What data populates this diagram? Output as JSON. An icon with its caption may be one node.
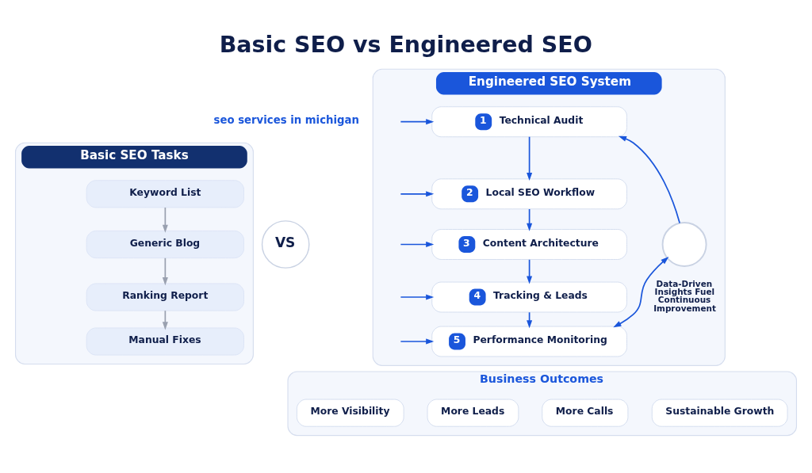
{
  "diagram": {
    "title": "Basic SEO vs Engineered SEO",
    "nodes": [
      {
        "text": [
          "Basic SEO Tasks"
        ]
      },
      {
        "text": [
          "Keyword List"
        ],
        "in": 0
      },
      {
        "text": [
          "Generic Blog"
        ],
        "in": 0
      },
      {
        "text": [
          "Ranking Report"
        ],
        "in": 0
      },
      {
        "text": [
          "Manual Fixes"
        ],
        "in": 0
      },
      {
        "text": [
          "VS"
        ]
      },
      {
        "text": [
          "Engineered SEO System"
        ]
      },
      {
        "text": [
          "1",
          "Technical Audit"
        ],
        "in": 6
      },
      {
        "text": [
          "2",
          "Local SEO Workflow"
        ],
        "in": 6
      },
      {
        "text": [
          "3",
          "Content Architecture"
        ],
        "in": 6
      },
      {
        "text": [
          "4",
          "Tracking & Leads"
        ],
        "in": 6
      },
      {
        "text": [
          "5",
          "Performance Monitoring"
        ],
        "in": 6
      },
      {
        "text": [],
        "shape": "circle",
        "beside": [
          "Data-Driven Insights Fuel Continuous Improvement"
        ],
        "in": 6
      },
      {
        "text": [
          "Business Outcomes"
        ]
      },
      {
        "text": [
          "More Visibility"
        ],
        "in": 13
      },
      {
        "text": [
          "More Leads"
        ],
        "in": 13
      },
      {
        "text": [
          "More Calls"
        ],
        "in": 13
      },
      {
        "text": [
          "Sustainable Growth"
        ],
        "in": 13
      }
    ],
    "edges": [
      {
        "from": 1,
        "to": 2,
        "arrow": "to",
        "color": "#9aa1b0"
      },
      {
        "from": 2,
        "to": 3,
        "arrow": "to",
        "color": "#9aa1b0"
      },
      {
        "from": 3,
        "to": 4,
        "arrow": "to",
        "color": "#9aa1b0"
      },
      {
        "from": 7,
        "to": 8,
        "arrow": "to"
      },
      {
        "from": 8,
        "to": 9,
        "arrow": "to"
      },
      {
        "from": 9,
        "to": 10,
        "arrow": "to"
      },
      {
        "from": 10,
        "to": 11,
        "arrow": "to"
      },
      {
        "from": null,
        "to": 7,
        "arrow": "to"
      },
      {
        "from": null,
        "to": 8,
        "arrow": "to"
      },
      {
        "from": null,
        "to": 9,
        "arrow": "to"
      },
      {
        "from": null,
        "to": 10,
        "arrow": "to"
      },
      {
        "from": null,
        "to": 11,
        "arrow": "to"
      },
      {
        "from": 11,
        "to": 12,
        "arrow": "both"
      },
      {
        "from": 12,
        "to": 7,
        "arrow": "to"
      }
    ],
    "labels": [
      "seo services in michigan"
    ]
  }
}
